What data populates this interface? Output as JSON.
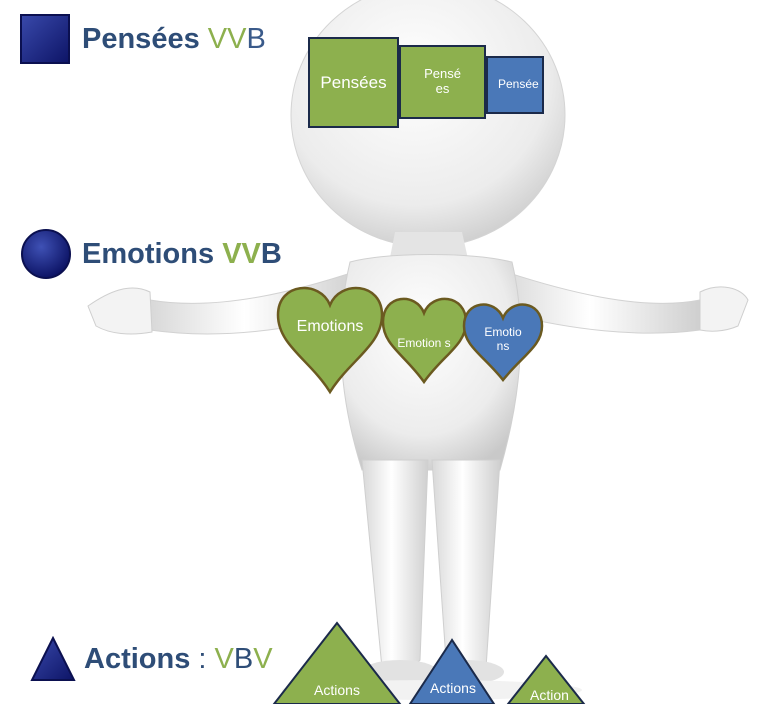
{
  "colors": {
    "green": "#8db04e",
    "blue": "#4a78b8",
    "dark_blue_text": "#2e4d77",
    "navy_icon": "#1a237e",
    "heart_outline": "#6b5a20",
    "box_outline": "#1b2a4a"
  },
  "legend": {
    "thoughts": {
      "icon": "square-icon",
      "word": "Pensées",
      "code_parts": [
        "VV",
        "B"
      ]
    },
    "emotions": {
      "icon": "circle-icon",
      "word": "Emotions",
      "code_parts": [
        "VV",
        "B"
      ]
    },
    "actions": {
      "icon": "triangle-icon",
      "word": "Actions",
      "separator": " : ",
      "code_parts": [
        "V",
        "B",
        "V"
      ]
    }
  },
  "head_boxes": [
    {
      "label": "Pensées",
      "color": "green"
    },
    {
      "label": "Pensé es",
      "color": "green"
    },
    {
      "label": "Pensée",
      "color": "blue"
    }
  ],
  "chest_hearts": [
    {
      "label": "Emotions",
      "color": "green"
    },
    {
      "label": "Emotion s",
      "color": "green"
    },
    {
      "label": "Emotio ns",
      "color": "blue"
    }
  ],
  "foot_triangles": [
    {
      "label": "Actions",
      "color": "green"
    },
    {
      "label": "Actions",
      "color": "blue"
    },
    {
      "label": "Action",
      "color": "green"
    }
  ]
}
